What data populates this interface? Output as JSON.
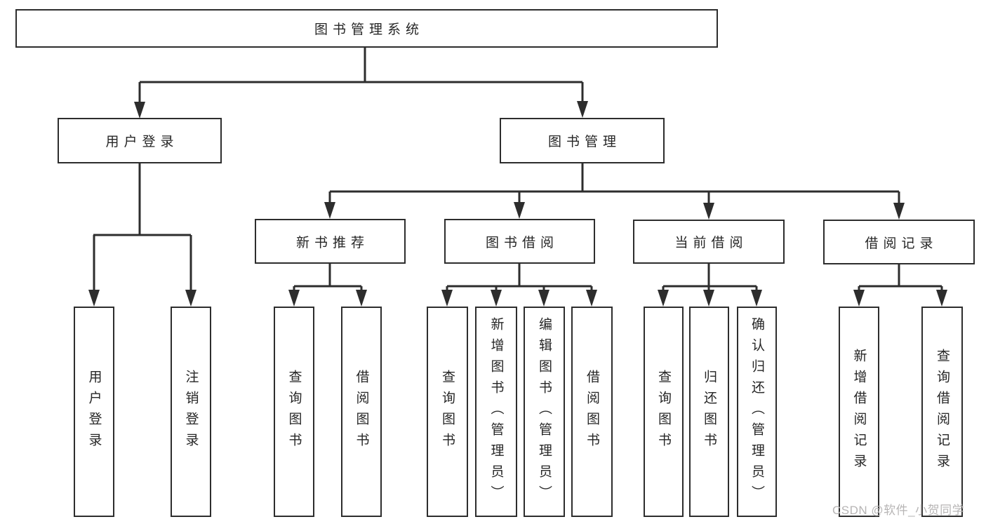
{
  "tree": {
    "root": "图书管理系统",
    "children": [
      {
        "label": "用户登录",
        "children": [
          "用户登录",
          "注销登录"
        ]
      },
      {
        "label": "图书管理",
        "children": [
          {
            "label": "新书推荐",
            "children": [
              "查询图书",
              "借阅图书"
            ]
          },
          {
            "label": "图书借阅",
            "children": [
              "查询图书",
              "新增图书（管理员）",
              "编辑图书（管理员）",
              "借阅图书"
            ]
          },
          {
            "label": "当前借阅",
            "children": [
              "查询图书",
              "归还图书",
              "确认归还（管理员）"
            ]
          },
          {
            "label": "借阅记录",
            "children": [
              "新增借阅记录",
              "查询借阅记录"
            ]
          }
        ]
      }
    ]
  },
  "colors": {
    "line": "#2d2d2d",
    "text": "#262626",
    "watermark": "#b7b5b5",
    "background": "#ffffff"
  },
  "watermark": {
    "text": "CSDN @软件_小贺同学"
  }
}
